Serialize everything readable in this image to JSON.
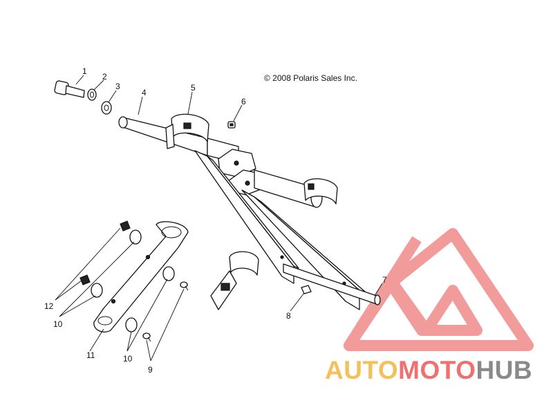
{
  "copyright": "© 2008 Polaris Sales Inc.",
  "callouts": [
    "1",
    "2",
    "3",
    "4",
    "5",
    "6",
    "7",
    "8",
    "9",
    "10",
    "10",
    "11",
    "12"
  ],
  "watermark": {
    "part1": "AUTO",
    "part2": "MOTO",
    "part3": "HUB",
    "colors": {
      "triangle": "#f08a8a",
      "auto": "#f4c05a",
      "moto": "#f07070",
      "hub": "#8a8a8a"
    }
  }
}
